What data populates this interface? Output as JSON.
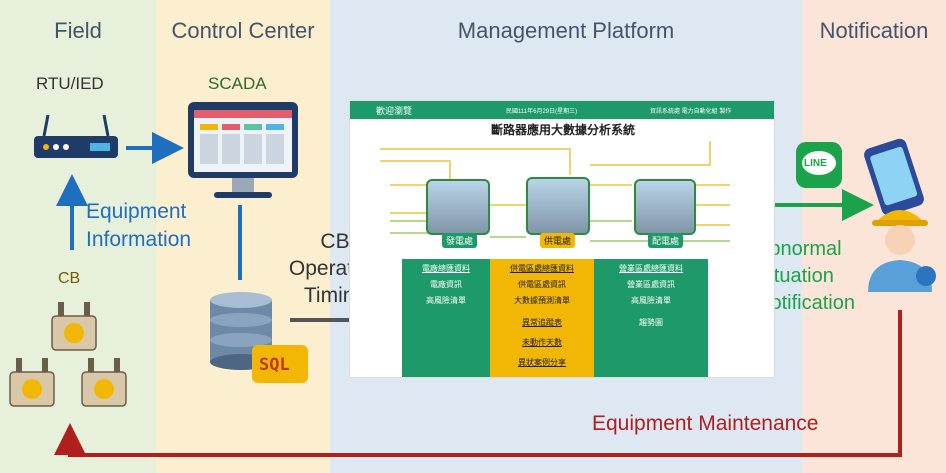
{
  "columns": {
    "field": "Field",
    "control_center": "Control Center",
    "management_platform": "Management Platform",
    "notification": "Notification"
  },
  "nodes": {
    "rtu": "RTU/IED",
    "scada": "SCADA",
    "cb": "CB",
    "sql": "SQL",
    "line": "LINE"
  },
  "flows": {
    "equipment_information": [
      "Equipment",
      "Information"
    ],
    "cb_operation_timing": [
      "CB",
      "Operation",
      "Timing"
    ],
    "abnormal_notification": [
      "Abnormal",
      "Situation",
      "Notification"
    ],
    "equipment_maintenance": "Equipment Maintenance"
  },
  "platform": {
    "welcome": "歡迎瀏覽",
    "date": "民國111年6月29日(星期三)",
    "credit": "資訊系統處 電力自動化組 製作",
    "title": "斷路器應用大數據分析系統",
    "stations": [
      "發電處",
      "供電處",
      "配電處"
    ],
    "panels": [
      {
        "items": [
          "電廠總匯資料",
          "電廠資訊",
          "高風險清單"
        ]
      },
      {
        "items": [
          "供電區處總匯資料",
          "供電區處資訊",
          "大數據預測清單",
          "異常追蹤表",
          "未動作天數",
          "異狀案例分享"
        ]
      },
      {
        "items": [
          "營業區處總匯資料",
          "營業區處資訊",
          "高風險清單",
          "趨勢圖"
        ]
      }
    ]
  },
  "colors": {
    "field_bg": "#e6f0da",
    "control_bg": "#fbefcf",
    "mgmt_bg": "#dde8f3",
    "notif_bg": "#fbe5d9",
    "blue": "#1f6fc0",
    "green": "#1aa34a",
    "red": "#b01e1e"
  }
}
